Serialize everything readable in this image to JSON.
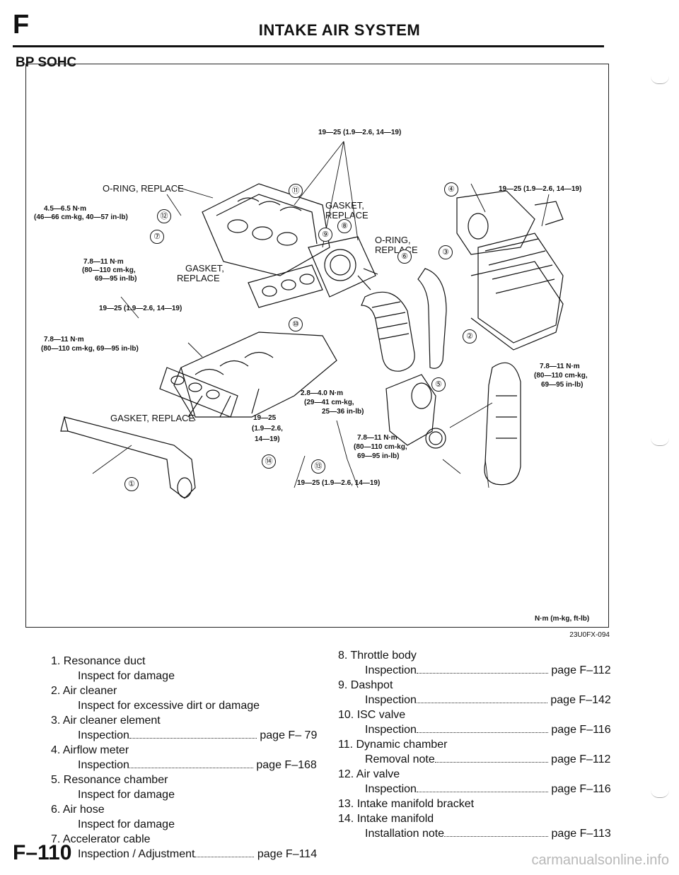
{
  "header": {
    "letter": "F",
    "title": "INTAKE AIR SYSTEM"
  },
  "section": "BP SOHC",
  "figure": {
    "code": "23U0FX-094",
    "unit_label": "N·m (m-kg, ft-lb)",
    "labels": {
      "top_torque": "19—25 (1.9—2.6, 14—19)",
      "oring_left": "O-RING, REPLACE",
      "torque_45": "4.5—6.5 N·m",
      "torque_45b": "(46—66 cm-kg, 40—57 in-lb)",
      "gasket_top": "GASKET,",
      "gasket_top_b": "REPLACE",
      "oring_right": "O-RING,",
      "oring_right_b": "REPLACE",
      "right_torque": "19—25 (1.9—2.6, 14—19)",
      "torque_78a": "7.8—11 N·m",
      "torque_78a_b": "(80—110 cm-kg,",
      "torque_78a_c": "69—95 in-lb)",
      "gasket_mid": "GASKET,",
      "gasket_mid_b": "REPLACE",
      "mid_torque": "19—25 (1.9—2.6, 14—19)",
      "torque_78b": "7.8—11 N·m",
      "torque_78b_b": "(80—110 cm-kg, 69—95 in-lb)",
      "torque_78c": "7.8—11 N·m",
      "torque_78c_b": "(80—110 cm-kg,",
      "torque_78c_c": "69—95 in-lb)",
      "torque_28": "2.8—4.0 N·m",
      "torque_28b": "(29—41 cm-kg,",
      "torque_28c": "25—36 in-lb)",
      "gasket_bottom": "GASKET, REPLACE",
      "torque_19s": "19—25",
      "torque_19s_b": "(1.9—2.6,",
      "torque_19s_c": "14—19)",
      "torque_78d": "7.8—11 N·m",
      "torque_78d_b": "(80—110 cm-kg,",
      "torque_78d_c": "69—95 in-lb)",
      "bottom_torque": "19—25 (1.9—2.6, 14—19)"
    },
    "callouts": [
      "①",
      "②",
      "③",
      "④",
      "⑤",
      "⑥",
      "⑦",
      "⑧",
      "⑨",
      "⑩",
      "⑪",
      "⑫",
      "⑬",
      "⑭"
    ]
  },
  "parts_left": [
    {
      "name": "1. Resonance duct",
      "detail": "Inspect for damage",
      "page": ""
    },
    {
      "name": "2. Air cleaner",
      "detail": "Inspect for excessive dirt or damage",
      "page": ""
    },
    {
      "name": "3. Air cleaner element",
      "detail": "Inspection",
      "page": "page F– 79"
    },
    {
      "name": "4. Airflow meter",
      "detail": "Inspection",
      "page": "page F–168"
    },
    {
      "name": "5. Resonance chamber",
      "detail": "Inspect for damage",
      "page": ""
    },
    {
      "name": "6. Air hose",
      "detail": "Inspect for damage",
      "page": ""
    },
    {
      "name": "7. Accelerator cable",
      "detail": "Inspection / Adjustment",
      "page": "page F–114"
    }
  ],
  "parts_right": [
    {
      "name": "8. Throttle body",
      "detail": "Inspection",
      "page": "page F–112"
    },
    {
      "name": "9. Dashpot",
      "detail": "Inspection",
      "page": "page F–142"
    },
    {
      "name": "10. ISC valve",
      "detail": "Inspection",
      "page": "page F–116"
    },
    {
      "name": "11. Dynamic chamber",
      "detail": "Removal note",
      "page": "page F–112"
    },
    {
      "name": "12. Air valve",
      "detail": "Inspection",
      "page": "page F–116"
    },
    {
      "name": "13. Intake manifold bracket",
      "detail": "",
      "page": ""
    },
    {
      "name": "14. Intake manifold",
      "detail": "Installation note",
      "page": "page F–113"
    }
  ],
  "footer": {
    "page_number": "F–110",
    "site": "carmanualsonline.info"
  }
}
